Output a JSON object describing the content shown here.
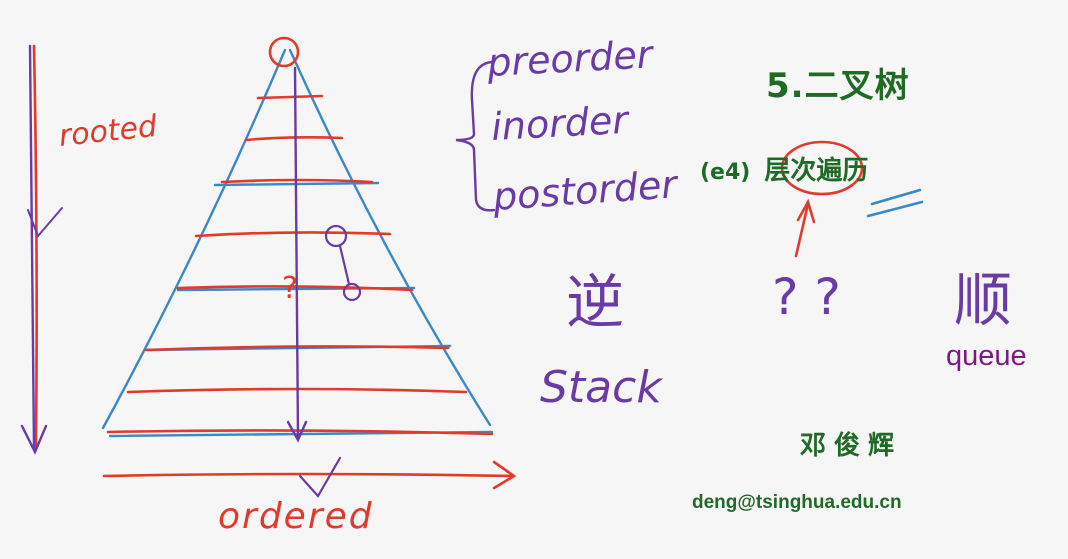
{
  "slide": {
    "title": "5.二叉树",
    "subtitle_code": "(e4)",
    "subtitle": "层次遍历",
    "author": "邓俊辉",
    "email": "deng@tsinghua.edu.cn"
  },
  "annotations": {
    "rooted": "rooted",
    "ordered": "ordered",
    "preorder": "preorder",
    "inorder": "inorder",
    "postorder": "postorder",
    "reverse": "逆",
    "question": "? ?",
    "forward": "顺",
    "stack": "Stack",
    "queue": "queue",
    "tree_question": "?"
  },
  "colors": {
    "background": "#f6f6f6",
    "tree_blue": "#3a88c8",
    "ink_red": "#e23a2a",
    "ink_purple": "#6a3aa6",
    "slide_green": "#1f6b26",
    "queue_purple": "#7a1a82"
  }
}
